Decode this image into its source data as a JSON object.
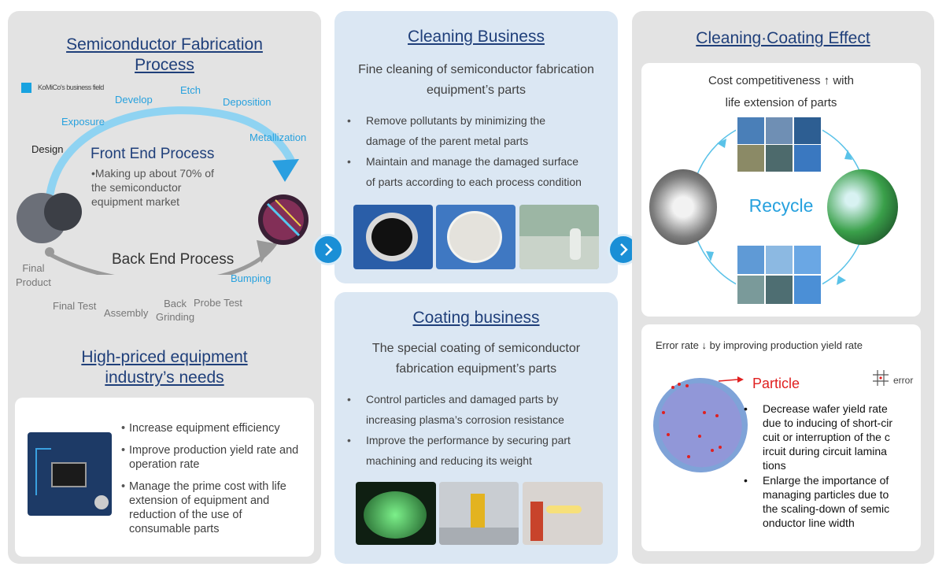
{
  "left": {
    "title_line1": "Semiconductor Fabrication",
    "title_line2": "Process",
    "legend": "KoMiCo's business field",
    "steps": {
      "design": "Design",
      "exposure": "Exposure",
      "develop": "Develop",
      "etch": "Etch",
      "deposition": "Deposition",
      "metallization": "Metallization",
      "bumping": "Bumping",
      "probe_test": "Probe Test",
      "back_grinding_1": "Back",
      "back_grinding_2": "Grinding",
      "assembly": "Assembly",
      "final_test": "Final Test",
      "final_product_1": "Final",
      "final_product_2": "Product"
    },
    "front_end": {
      "title": "Front End Process",
      "desc_1": "•Making up about 70% of",
      "desc_2": "the semiconductor",
      "desc_3": "equipment market"
    },
    "back_end": "Back End Process",
    "needs_title_1": "High-priced equipment",
    "needs_title_2": "industry’s needs",
    "needs": [
      [
        "Increase equipment efficiency"
      ],
      [
        "Improve production yield rate and",
        "operation rate"
      ],
      [
        "Manage the prime cost with life",
        "extension of equipment and",
        "reduction of the use of",
        "consumable parts"
      ]
    ]
  },
  "cleaning": {
    "title": "Cleaning Business",
    "sub_1": "Fine cleaning of semiconductor fabrication",
    "sub_2": "equipment’s parts",
    "bullets": [
      [
        "Remove pollutants by minimizing the",
        "damage of the parent metal parts"
      ],
      [
        "Maintain and manage the damaged surface",
        "of parts according to each process condition"
      ]
    ]
  },
  "coating": {
    "title": "Coating business",
    "sub_1": "The special coating of semiconductor",
    "sub_2": "fabrication equipment’s parts",
    "bullets": [
      [
        "Control particles and damaged parts by",
        "increasing plasma’s corrosion resistance"
      ],
      [
        "Improve the performance by securing part",
        "machining and reducing its weight"
      ]
    ]
  },
  "right": {
    "title": "Cleaning·Coating Effect",
    "cost_1": "Cost competitiveness ↑ with",
    "cost_2": "life extension of parts",
    "recycle": "Recycle",
    "error_head": "Error rate ↓ by  improving production yield rate",
    "particle": "Particle",
    "error_legend": "error",
    "effects": [
      [
        "Decrease wafer yield rate",
        "due to inducing of short-cir",
        "cuit or interruption of the c",
        "ircuit during  circuit lamina",
        "tions"
      ],
      [
        "Enlarge the importance of",
        "managing particles due to",
        "the scaling-down of semic",
        "onductor line width"
      ]
    ]
  },
  "colors": {
    "accent_blue": "#27a1de",
    "title_blue": "#1f3f7a",
    "particle_red": "#e02020"
  }
}
